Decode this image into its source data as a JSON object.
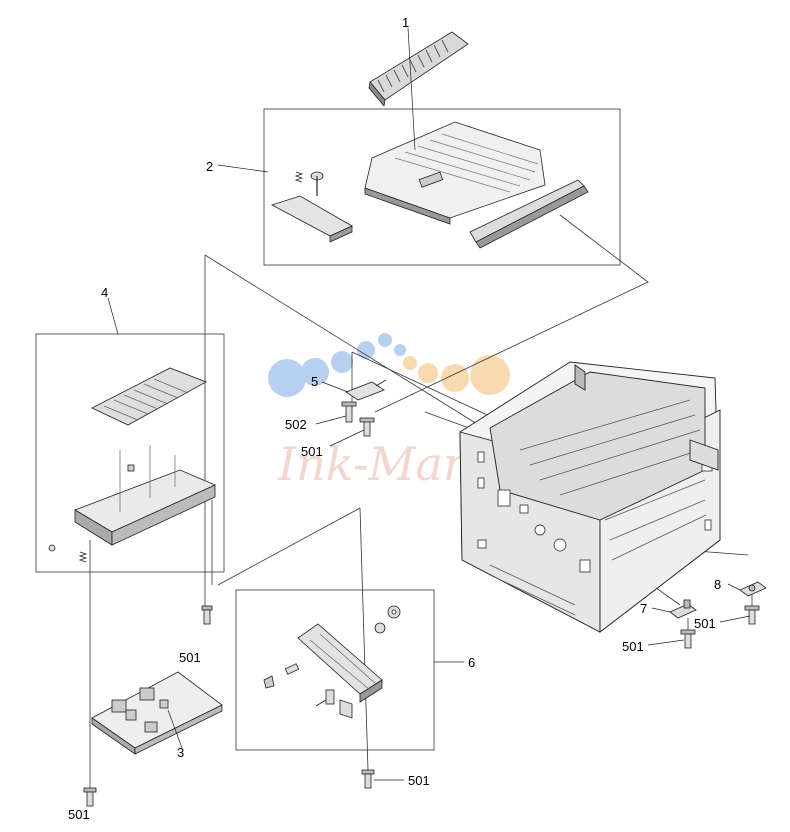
{
  "callouts": {
    "c1": "1",
    "c2": "2",
    "c3": "3",
    "c4": "4",
    "c5": "5",
    "c6": "6",
    "c7": "7",
    "c8": "8",
    "c501": "501",
    "c502": "502"
  },
  "watermark": {
    "text": "Ink-Marke",
    "dot_color_blue": "#9fc0ec",
    "dot_color_orange": "#f7cd95",
    "text_color": "#eec9c1"
  }
}
